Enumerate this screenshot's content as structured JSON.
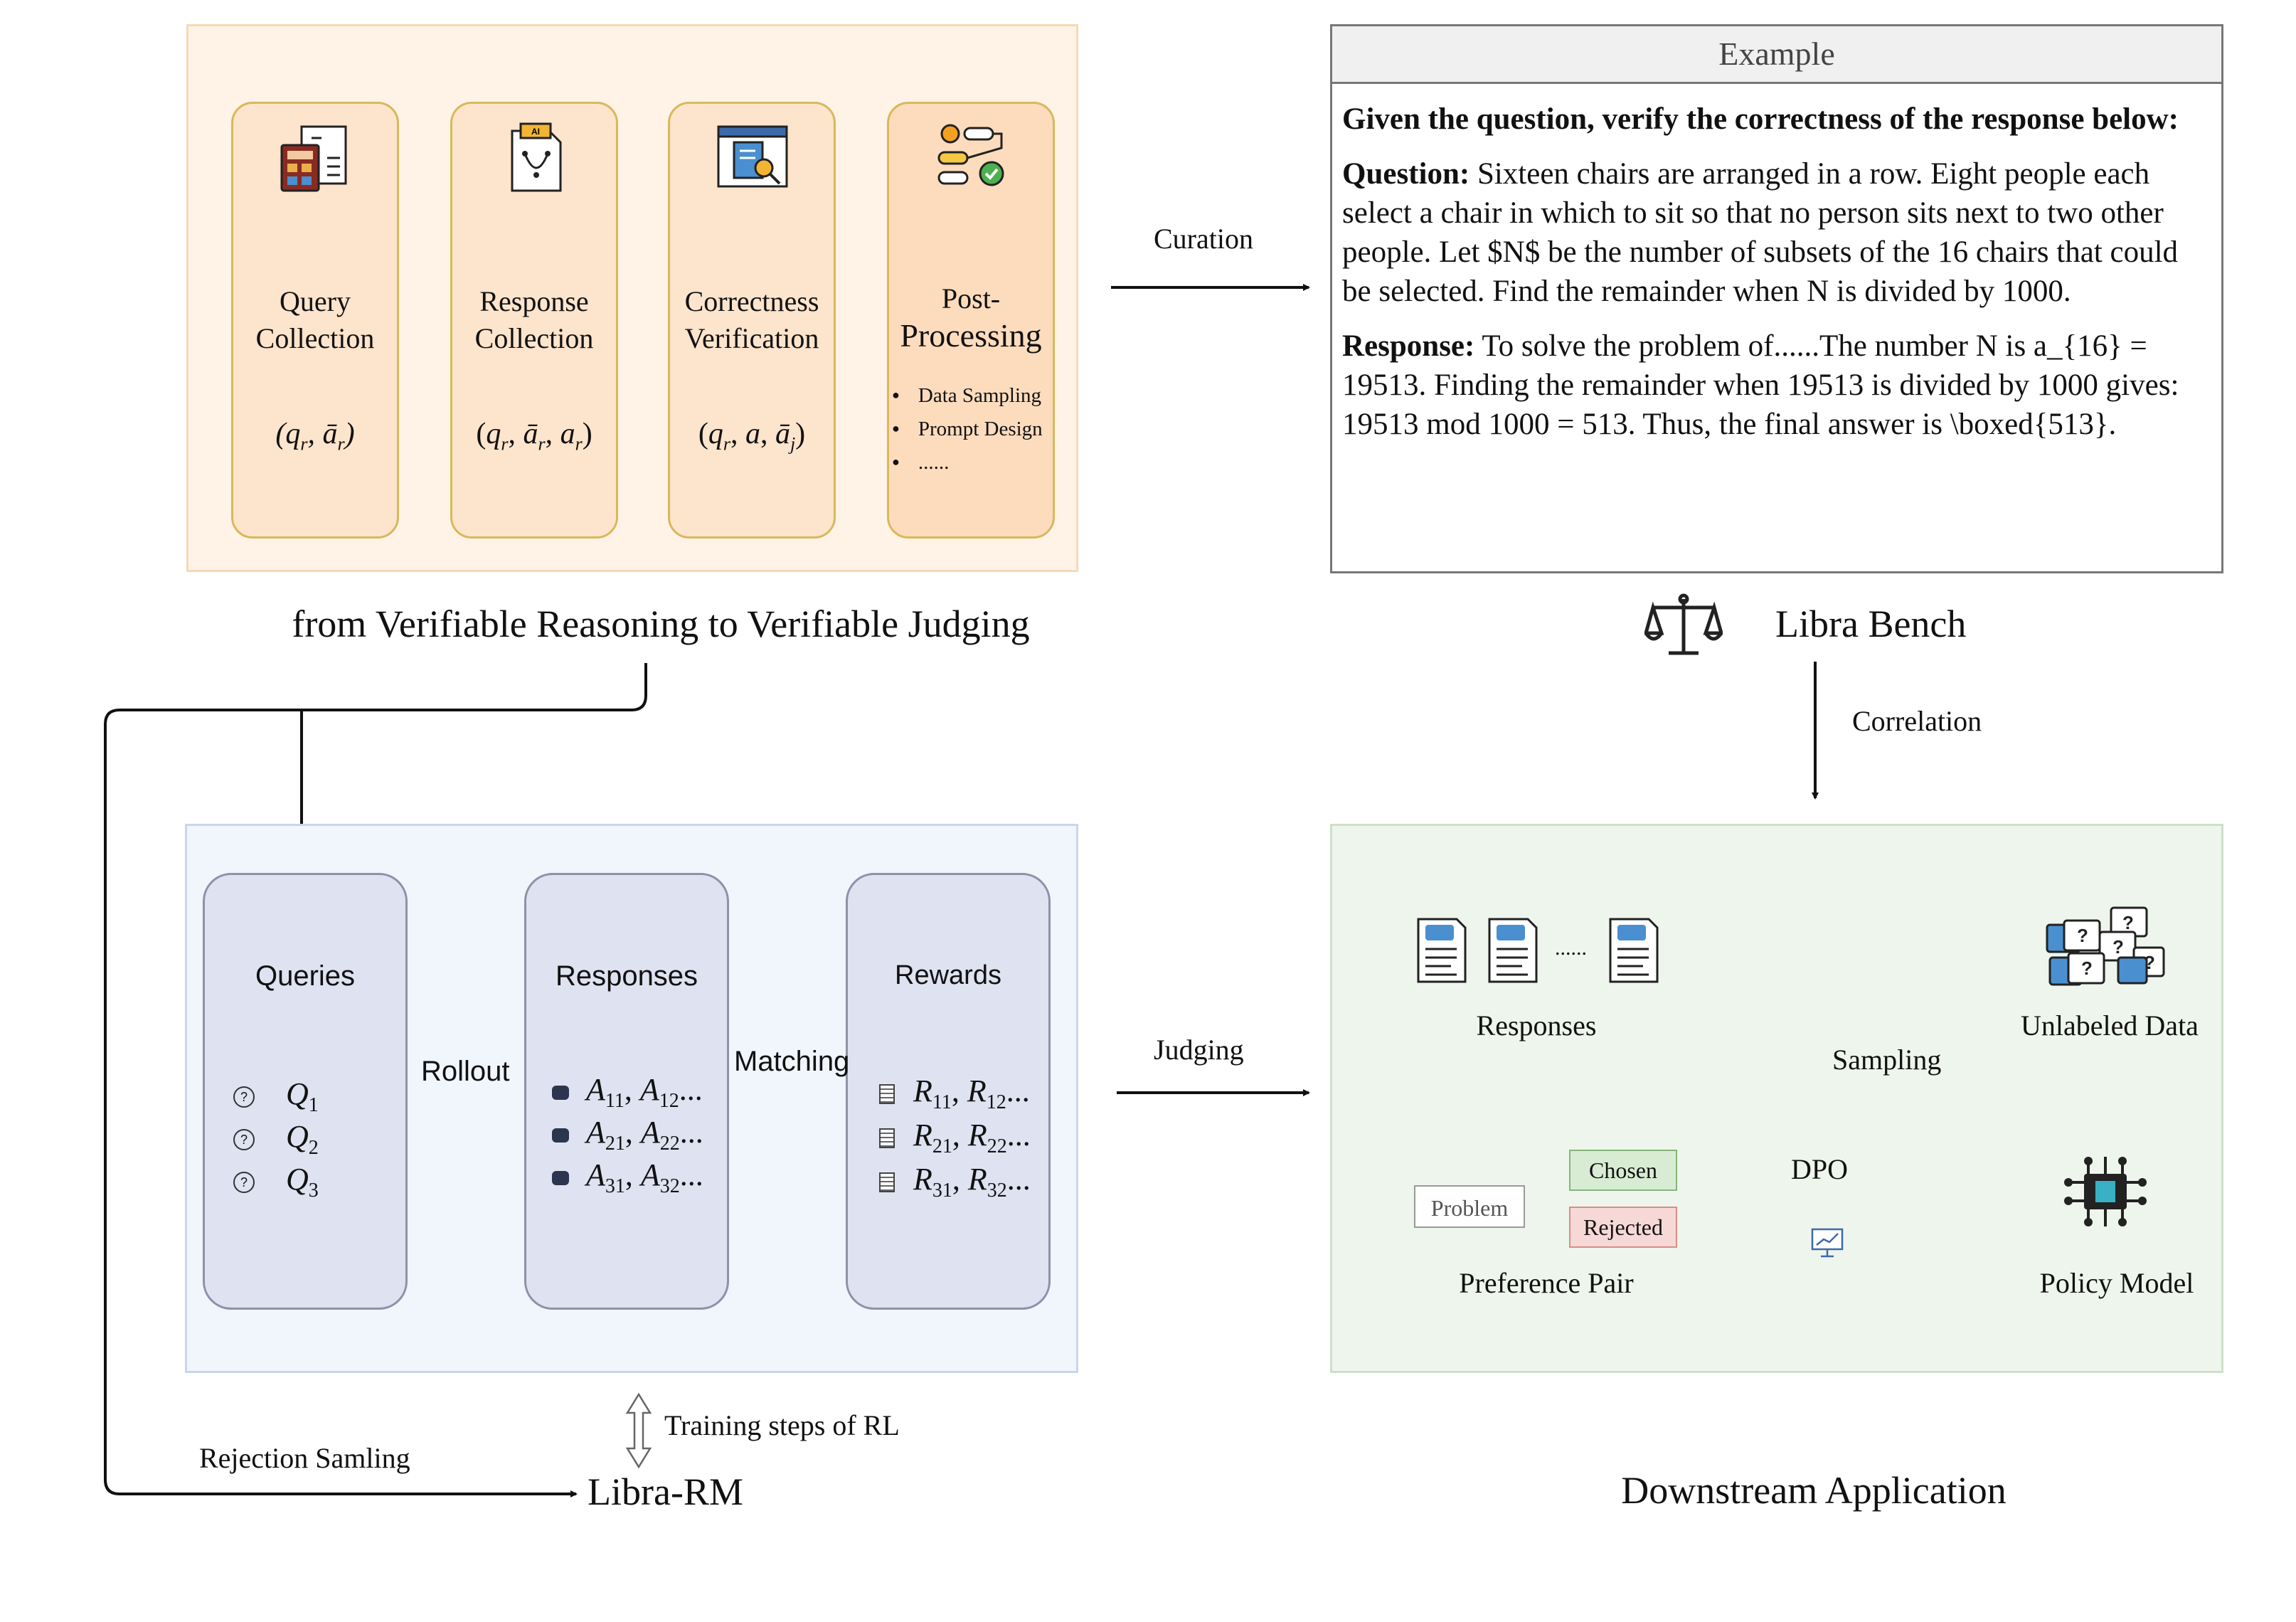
{
  "pipeline": {
    "caption": "from Verifiable Reasoning to Verifiable Judging",
    "stages": [
      {
        "title_line1": "Query",
        "title_line2": "Collection",
        "formula": "(q_r, ā_r)"
      },
      {
        "title_line1": "Response",
        "title_line2": "Collection",
        "formula": "(q_r, ā_r, a_r)"
      },
      {
        "title_line1": "Correctness",
        "title_line2": "Verification",
        "formula": "(q_r, a, ā_j)"
      },
      {
        "title_line1": "Post-",
        "title_line2": "Processing",
        "bullets": [
          "Data Sampling",
          "Prompt Design",
          "......"
        ]
      }
    ]
  },
  "curation_label": "Curation",
  "example": {
    "header": "Example",
    "instruction": "Given the question, verify the correctness of the response below:",
    "question_label": "Question:",
    "question_text": " Sixteen chairs are arranged in a row. Eight people each select a chair in which to sit so that no person sits next to two other people. Let $N$ be the number of subsets of the 16 chairs that could be selected. Find the remainder when N is divided by 1000.",
    "response_label": "Response:",
    "response_text": " To solve the problem of......The number N is a_{16} = 19513. Finding the remainder when 19513 is divided by 1000 gives: 19513 mod 1000 = 513. Thus, the final answer is \\boxed{513}."
  },
  "libra_bench_label": "Libra Bench",
  "correlation_label": "Correlation",
  "judging_label": "Judging",
  "rm": {
    "queries_title": "Queries",
    "responses_title": "Responses",
    "rewards_title": "Rewards",
    "rollout_label": "Rollout",
    "matching_label": "Matching",
    "queries": [
      {
        "v": "Q",
        "s": "1"
      },
      {
        "v": "Q",
        "s": "2"
      },
      {
        "v": "Q",
        "s": "3"
      }
    ],
    "responses": [
      {
        "a": "A",
        "s1": "11",
        "b": "A",
        "s2": "12",
        "tail": "..."
      },
      {
        "a": "A",
        "s1": "21",
        "b": "A",
        "s2": "22",
        "tail": "..."
      },
      {
        "a": "A",
        "s1": "31",
        "b": "A",
        "s2": "32",
        "tail": "..."
      }
    ],
    "rewards": [
      {
        "a": "R",
        "s1": "11",
        "b": "R",
        "s2": "12",
        "tail": "..."
      },
      {
        "a": "R",
        "s1": "21",
        "b": "R",
        "s2": "22",
        "tail": "..."
      },
      {
        "a": "R",
        "s1": "31",
        "b": "R",
        "s2": "32",
        "tail": "..."
      }
    ]
  },
  "training_steps_label": "Training steps of RL",
  "rejection_label": "Rejection Samling",
  "libra_rm_label": "Libra-RM",
  "downstream": {
    "responses_label": "Responses",
    "dots": "......",
    "unlabeled_label": "Unlabeled Data",
    "sampling_label": "Sampling",
    "problem_label": "Problem",
    "chosen_label": "Chosen",
    "rejected_label": "Rejected",
    "preference_label": "Preference Pair",
    "dpo_label": "DPO",
    "policy_label": "Policy Model",
    "caption": "Downstream Application"
  },
  "colors": {
    "pipeline_bg": "#fff3e8",
    "stage_fill": "#fde4cc",
    "stage_border": "#d9b85a",
    "rm_bg": "#f1f5fc",
    "rm_col": "#dfe2f1",
    "down_bg": "#eef5ec",
    "chosen_fill": "#d8ecd3",
    "rejected_fill": "#f6d9d6"
  }
}
